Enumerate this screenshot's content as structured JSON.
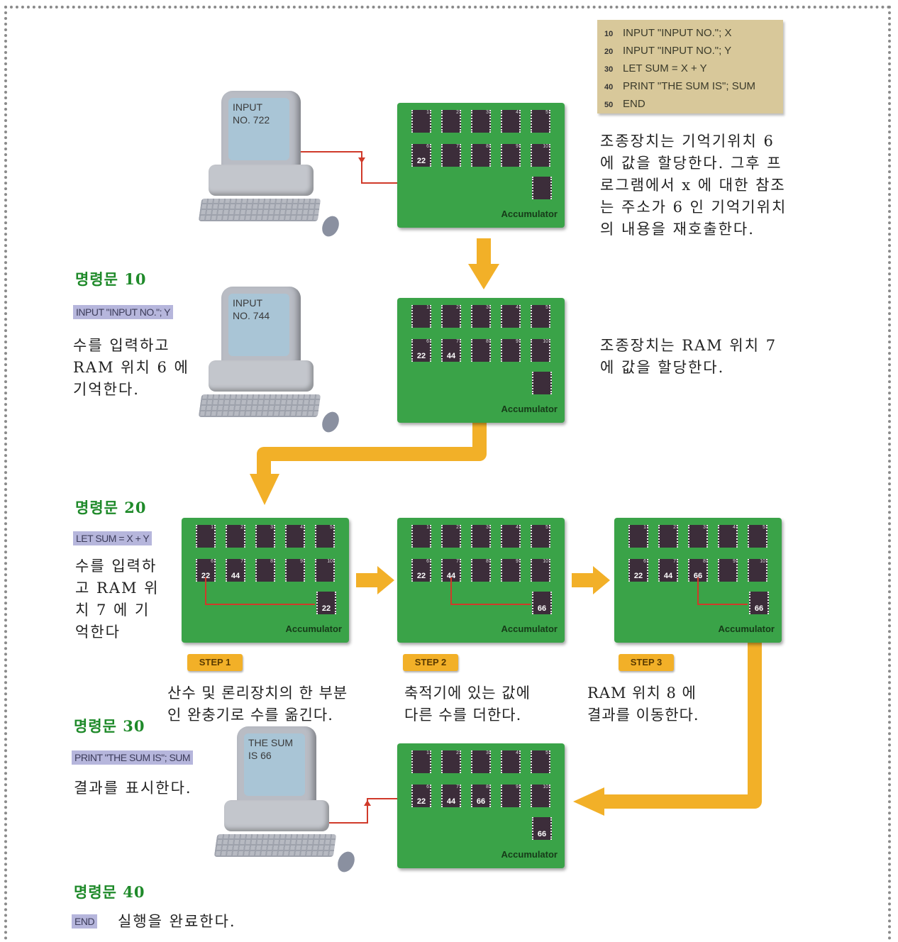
{
  "code_listing": [
    {
      "num": "10",
      "text": "INPUT \"INPUT NO.\"; X"
    },
    {
      "num": "20",
      "text": "INPUT \"INPUT NO.\"; Y"
    },
    {
      "num": "30",
      "text": "LET SUM = X + Y"
    },
    {
      "num": "40",
      "text": "PRINT \"THE SUM IS\"; SUM"
    },
    {
      "num": "50",
      "text": "END"
    }
  ],
  "stage1": {
    "screen": [
      "INPUT",
      "NO. 722"
    ],
    "desc": [
      "조종장치는 기억기위치 6",
      "에 값을 할당한다. 그후 프",
      "로그램에서 x 에 대한 참조",
      "는 주소가 6 인 기억기위치",
      "의 내용을 재호출한다."
    ]
  },
  "stmt10": {
    "heading": "명령문 10",
    "code": "INPUT \"INPUT NO.\"; Y",
    "desc": [
      "수를 입력하고",
      "RAM 위치 6 에",
      "기억한다."
    ]
  },
  "stage2": {
    "screen": [
      "INPUT",
      "NO. 744"
    ],
    "desc": [
      "조종장치는 RAM 위치 7",
      "에 값을 할당한다."
    ]
  },
  "stmt20": {
    "heading": "명령문 20",
    "code": "LET SUM = X + Y",
    "desc": [
      "수를 입력하",
      "고 RAM 위",
      "치 7 에 기",
      "억한다"
    ]
  },
  "steps": [
    {
      "label": "STEP 1",
      "desc": [
        "산수 및 론리장치의 한 부분",
        "인 완충기로 수를 옮긴다."
      ]
    },
    {
      "label": "STEP 2",
      "desc": [
        "축적기에 있는 값에",
        "다른 수를 더한다."
      ]
    },
    {
      "label": "STEP 3",
      "desc": [
        "RAM 위치 8 에",
        "결과를 이동한다."
      ]
    }
  ],
  "stmt30": {
    "heading": "명령문 30",
    "code": "PRINT \"THE SUM IS\"; SUM",
    "desc": "결과를 표시한다.",
    "screen": [
      "THE SUM",
      "IS 66"
    ]
  },
  "stmt40": {
    "heading": "명령문 40",
    "code": "END",
    "desc": "실행을 완료한다."
  },
  "board": {
    "accumulator_label": "Accumulator",
    "cell_numbers": [
      "1",
      "2",
      "3",
      "4",
      "5",
      "6",
      "7",
      "8",
      "9",
      "10"
    ]
  },
  "boards": [
    {
      "id": "b1",
      "values": {
        "6": "22"
      },
      "acc": ""
    },
    {
      "id": "b2",
      "values": {
        "6": "22",
        "7": "44"
      },
      "acc": ""
    },
    {
      "id": "b3",
      "values": {
        "6": "22",
        "7": "44"
      },
      "acc": "22"
    },
    {
      "id": "b4",
      "values": {
        "6": "22",
        "7": "44"
      },
      "acc": "66"
    },
    {
      "id": "b5",
      "values": {
        "6": "22",
        "7": "44",
        "8": "66"
      },
      "acc": "66"
    },
    {
      "id": "b6",
      "values": {
        "6": "22",
        "7": "44",
        "8": "66"
      },
      "acc": "66"
    }
  ],
  "colors": {
    "board_green": "#3aa348",
    "arrow_orange": "#f2b028",
    "heading_green": "#1f8a2a",
    "wire_red": "#d03a2a"
  }
}
